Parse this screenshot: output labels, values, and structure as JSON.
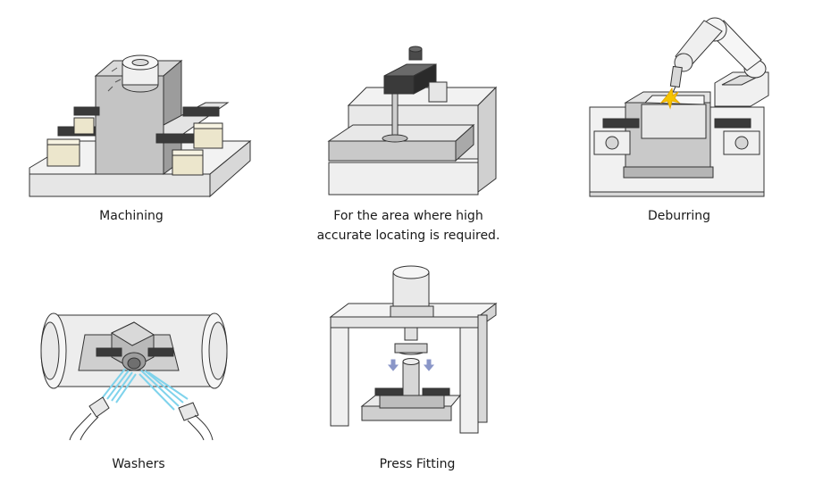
{
  "captions": {
    "machining": "Machining",
    "locating_line1": "For the area where high",
    "locating_line2": "accurate locating is required.",
    "deburring": "Deburring",
    "washers": "Washers",
    "press_fitting": "Press Fitting"
  },
  "colors": {
    "outline": "#333333",
    "base": "#f2f2f2",
    "steel_light": "#e2e2e2",
    "steel_mid": "#bdbdbd",
    "steel_dark": "#8c8c8c",
    "clamp": "#3a3a3a",
    "cylinder": "#ece6cc",
    "spark": "#f5c400",
    "water": "#7fd3ec",
    "arrow": "#8a96c8"
  }
}
